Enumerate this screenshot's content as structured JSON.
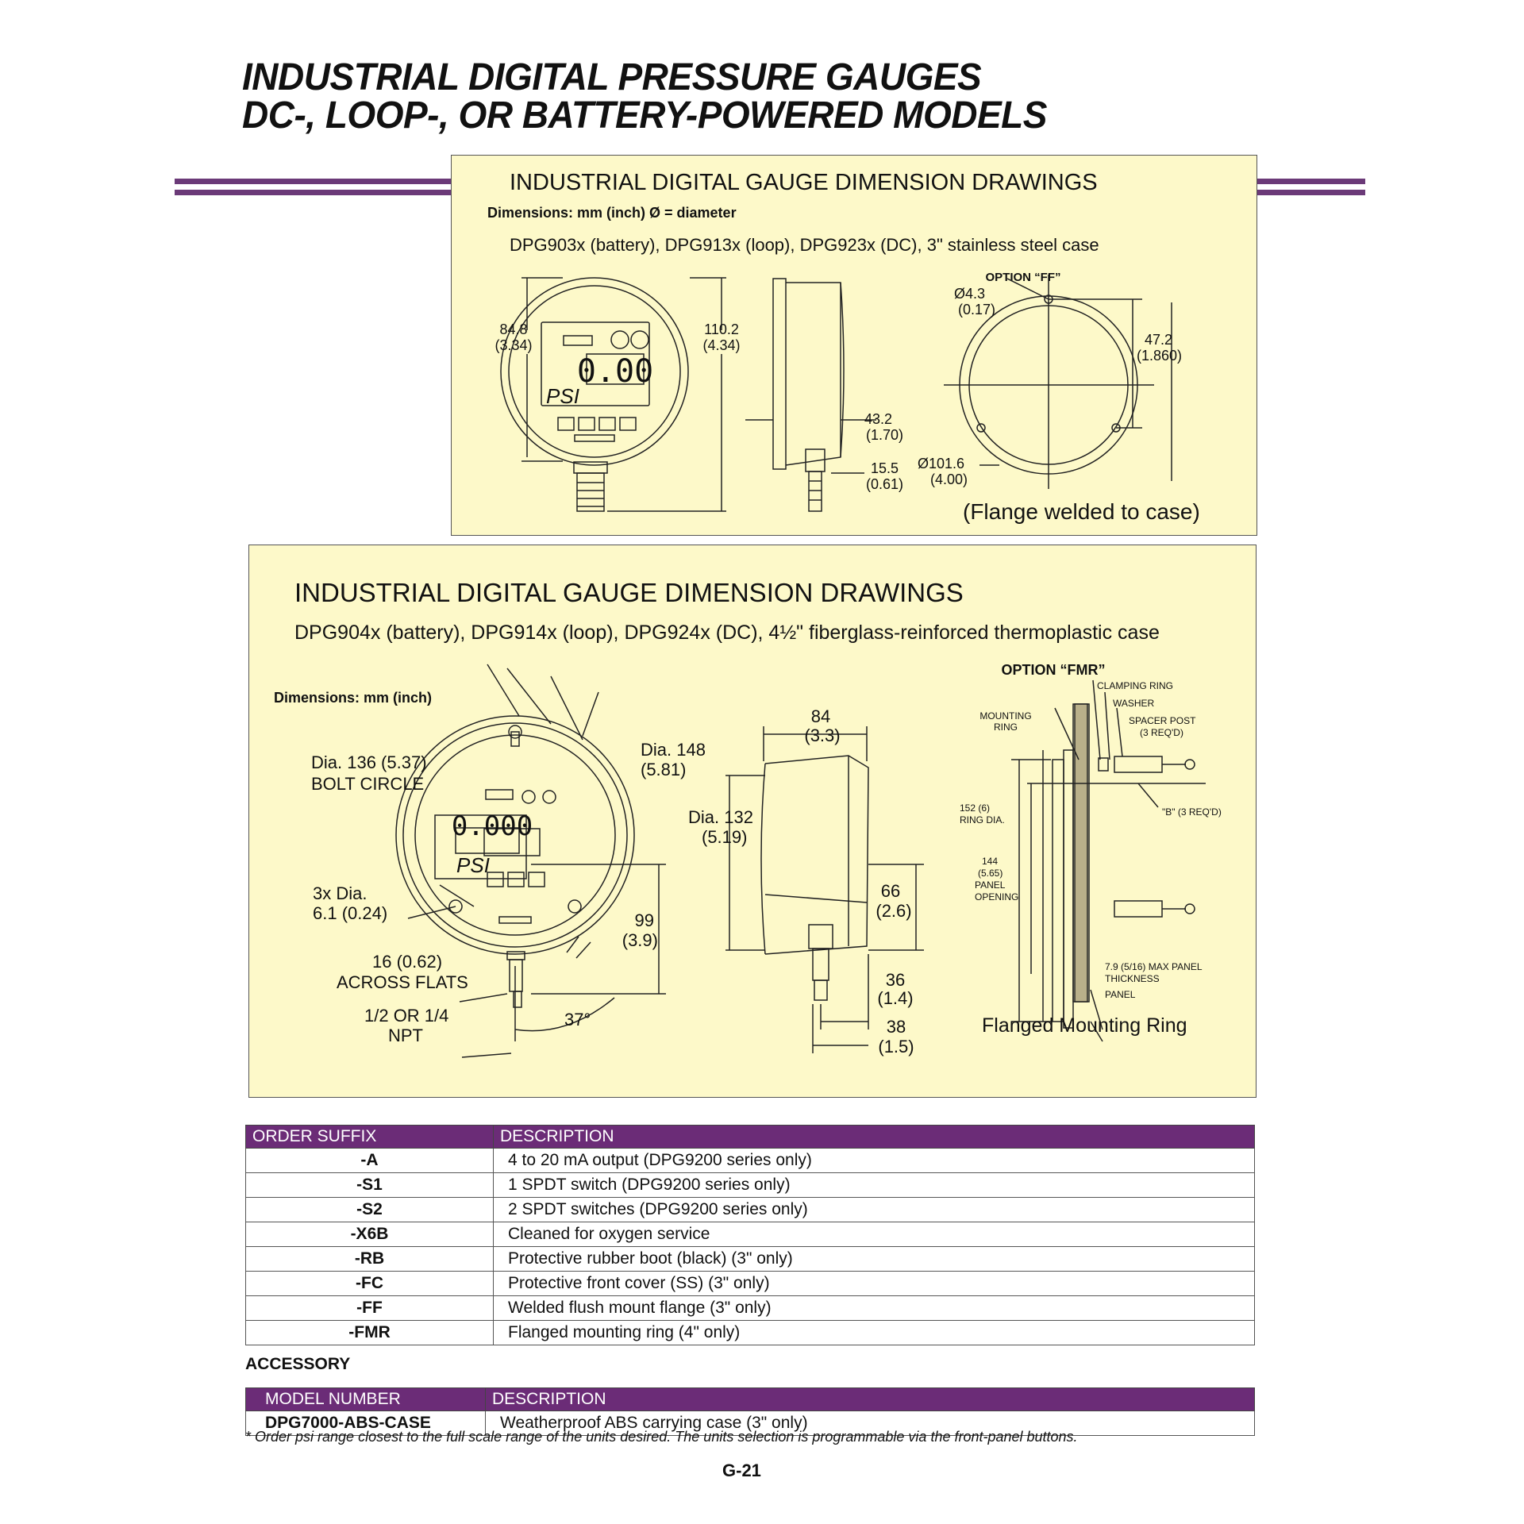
{
  "header": {
    "line1": "INDUSTRIAL DIGITAL PRESSURE GAUGES",
    "line2": "DC-, LOOP-, OR BATTERY-POWERED MODELS"
  },
  "colors": {
    "accent": "#6b2c77",
    "panel_bg": "#fdf9c9"
  },
  "panel1": {
    "heading": "INDUSTRIAL DIGITAL GAUGE DIMENSION DRAWINGS",
    "units_note": "Dimensions: mm (inch) Ø = diameter",
    "subtitle": "DPG903x (battery), DPG913x (loop), DPG923x (DC), 3\" stainless steel case",
    "option_label": "OPTION “FF”",
    "display_value": "0.00",
    "display_unit": "PSI",
    "dim_height_mm": "84.8",
    "dim_height_in": "(3.34)",
    "dim_total_mm": "110.2",
    "dim_total_in": "(4.34)",
    "dim_depth_mm": "43.2",
    "dim_depth_in": "(1.70)",
    "dim_stem_mm": "15.5",
    "dim_stem_in": "(0.61)",
    "dim_hole_mm": "Ø4.3",
    "dim_hole_in": "(0.17)",
    "dim_flange_mm": "47.2",
    "dim_flange_in": "(1.860)",
    "dim_dia_mm": "Ø101.6",
    "dim_dia_in": "(4.00)",
    "caption": "(Flange welded to case)"
  },
  "panel2": {
    "heading": "INDUSTRIAL DIGITAL GAUGE DIMENSION DRAWINGS",
    "subtitle": "DPG904x (battery), DPG914x (loop), DPG924x (DC), 4½\" fiberglass-reinforced thermoplastic case",
    "units_note": "Dimensions: mm (inch)",
    "option_label": "OPTION “FMR”",
    "display_value": "0.000",
    "display_unit": "PSI",
    "bolt_circle_1": "Dia. 136 (5.37)",
    "bolt_circle_2": "BOLT CIRCLE",
    "dia148_mm": "Dia. 148",
    "dia148_in": "(5.81)",
    "holes_1": "3x Dia.",
    "holes_2": "6.1 (0.24)",
    "flats_1": "16 (0.62)",
    "flats_2": "ACROSS FLATS",
    "npt_1": "1/2 OR 1/4",
    "npt_2": "NPT",
    "angle": "37°",
    "h99_mm": "99",
    "h99_in": "(3.9)",
    "d84_mm": "84",
    "d84_in": "(3.3)",
    "dia132_mm": "Dia. 132",
    "dia132_in": "(5.19)",
    "h66_mm": "66",
    "h66_in": "(2.6)",
    "d36_mm": "36",
    "d36_in": "(1.4)",
    "d38_mm": "38",
    "d38_in": "(1.5)",
    "clamping_ring": "CLAMPING RING",
    "washer": "WASHER",
    "spacer_post_1": "SPACER POST",
    "spacer_post_2": "(3 REQ'D)",
    "mounting_ring_1": "MOUNTING",
    "mounting_ring_2": "RING",
    "ring_dia_1": "152 (6)",
    "ring_dia_2": "RING DIA.",
    "b_note": "\"B\" (3 REQ'D)",
    "panel_open_1": "144",
    "panel_open_2": "(5.65)",
    "panel_open_3": "PANEL",
    "panel_open_4": "OPENING",
    "max_panel_1": "7.9 (5/16) MAX PANEL",
    "max_panel_2": "THICKNESS",
    "panel_word": "PANEL",
    "caption": "Flanged Mounting Ring"
  },
  "order_table": {
    "headers": [
      "ORDER SUFFIX",
      "DESCRIPTION"
    ],
    "rows": [
      [
        "-A",
        "4 to 20 mA output (DPG9200 series only)"
      ],
      [
        "-S1",
        "1 SPDT switch (DPG9200 series only)"
      ],
      [
        "-S2",
        "2 SPDT switches (DPG9200 series only)"
      ],
      [
        "-X6B",
        "Cleaned for oxygen service"
      ],
      [
        "-RB",
        "Protective rubber boot (black) (3\" only)"
      ],
      [
        "-FC",
        "Protective front cover (SS) (3\" only)"
      ],
      [
        "-FF",
        "Welded flush mount flange (3\" only)"
      ],
      [
        "-FMR",
        "Flanged mounting ring (4\" only)"
      ]
    ]
  },
  "accessory": {
    "label": "ACCESSORY",
    "headers": [
      "MODEL NUMBER",
      "DESCRIPTION"
    ],
    "rows": [
      [
        "DPG7000-ABS-CASE",
        "Weatherproof ABS carrying case (3\" only)"
      ]
    ]
  },
  "footnote": "* Order psi range closest to the full scale range of the units desired. The units selection is programmable via the front-panel buttons.",
  "page_number": "G-21"
}
